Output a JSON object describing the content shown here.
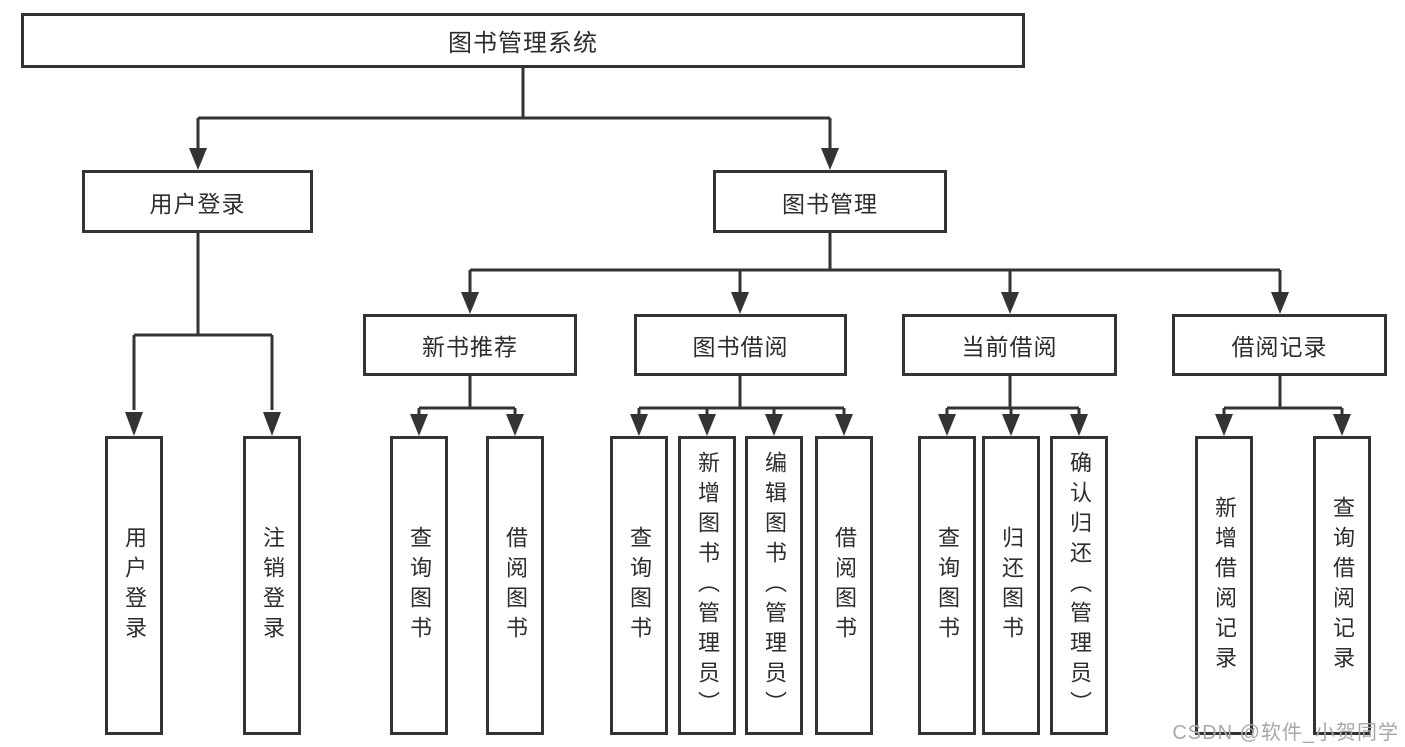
{
  "diagram": {
    "title": "图书管理系统",
    "nodes": {
      "root": {
        "label": "图书管理系统"
      },
      "level1": [
        {
          "label": "用户登录"
        },
        {
          "label": "图书管理"
        }
      ],
      "level2": [
        {
          "label": "新书推荐",
          "parent": "图书管理"
        },
        {
          "label": "图书借阅",
          "parent": "图书管理"
        },
        {
          "label": "当前借阅",
          "parent": "图书管理"
        },
        {
          "label": "借阅记录",
          "parent": "图书管理"
        }
      ],
      "leaves": [
        {
          "label": "用户登录",
          "parent": "用户登录"
        },
        {
          "label": "注销登录",
          "parent": "用户登录"
        },
        {
          "label": "查询图书",
          "parent": "新书推荐"
        },
        {
          "label": "借阅图书",
          "parent": "新书推荐"
        },
        {
          "label": "查询图书",
          "parent": "图书借阅"
        },
        {
          "label": "新增图书（管理员）",
          "parent": "图书借阅"
        },
        {
          "label": "编辑图书（管理员）",
          "parent": "图书借阅"
        },
        {
          "label": "借阅图书",
          "parent": "图书借阅"
        },
        {
          "label": "查询图书",
          "parent": "当前借阅"
        },
        {
          "label": "归还图书",
          "parent": "当前借阅"
        },
        {
          "label": "确认归还（管理员）",
          "parent": "当前借阅"
        },
        {
          "label": "新增借阅记录",
          "parent": "借阅记录"
        },
        {
          "label": "查询借阅记录",
          "parent": "借阅记录"
        }
      ]
    },
    "colors": {
      "line": "#333333",
      "text": "#2d2d2d",
      "background": "#ffffff",
      "watermark": "#a8a8a8"
    }
  },
  "watermark": {
    "text": "CSDN @软件_小贺同学"
  }
}
